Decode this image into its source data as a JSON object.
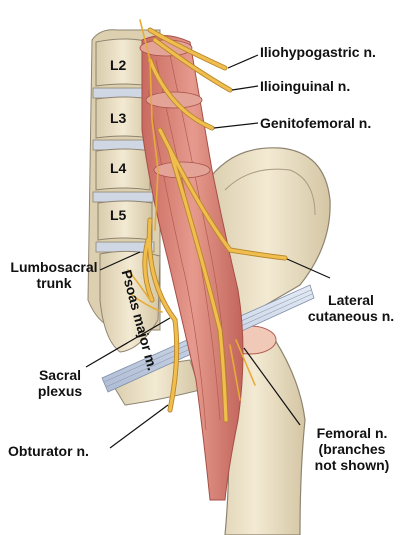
{
  "vertebrae": [
    "L2",
    "L3",
    "L4",
    "L5"
  ],
  "muscle": "Psoas major m.",
  "labels": {
    "iliohypogastric": "Iliohypogastric n.",
    "ilioinguinal": "Ilioinguinal n.",
    "genitofemoral": "Genitofemoral n.",
    "lumbosacral_1": "Lumbosacral",
    "lumbosacral_2": "trunk",
    "lateral_1": "Lateral",
    "lateral_2": "cutaneous n.",
    "sacral_1": "Sacral",
    "sacral_2": "plexus",
    "obturator": "Obturator n.",
    "femoral_1": "Femoral n.",
    "femoral_2": "(branches",
    "femoral_3": "not shown)"
  },
  "colors": {
    "bone": "#ece1c7",
    "bone_edge": "#8f8470",
    "muscle": "#d9857a",
    "muscle_dark": "#b35b52",
    "nerve": "#f0be4e",
    "nerve_edge": "#b9862a",
    "ligament": "#c4cfe2"
  }
}
